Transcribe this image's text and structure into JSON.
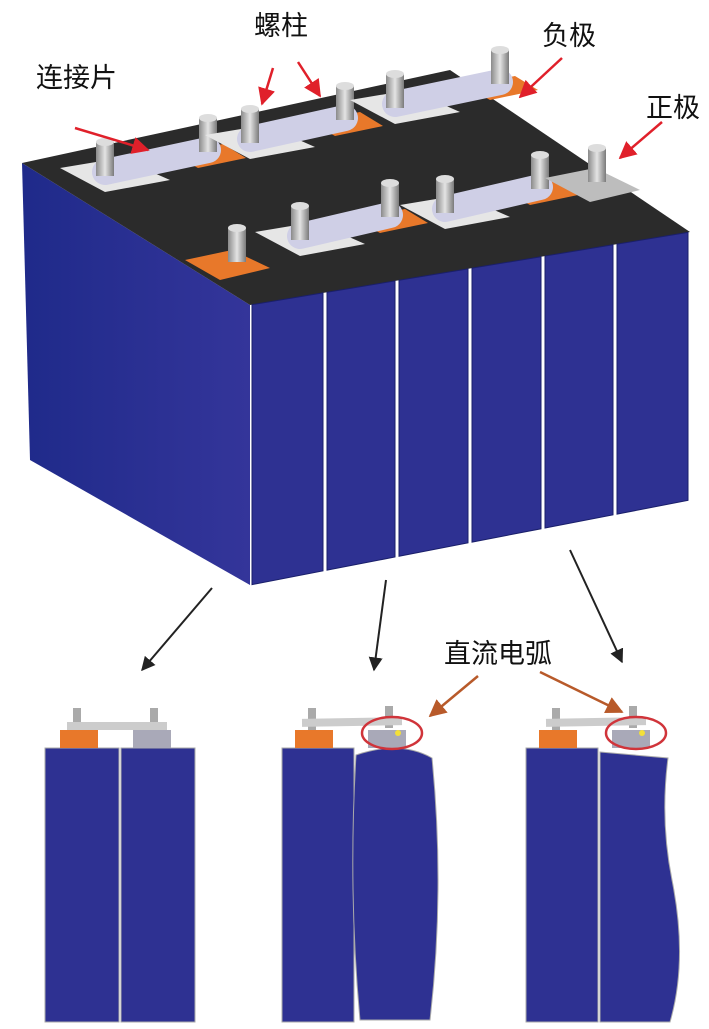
{
  "labels": {
    "connector": "连接片",
    "stud": "螺柱",
    "negative": "负极",
    "positive": "正极",
    "dc_arc": "直流电弧"
  },
  "colors": {
    "cell_blue": "#2e3192",
    "top_dark": "#2b2b2b",
    "terminal_orange": "#e8782a",
    "terminal_gray": "#cfcfcf",
    "arrow_red": "#e0202a",
    "arc_circle": "#d0343a"
  }
}
